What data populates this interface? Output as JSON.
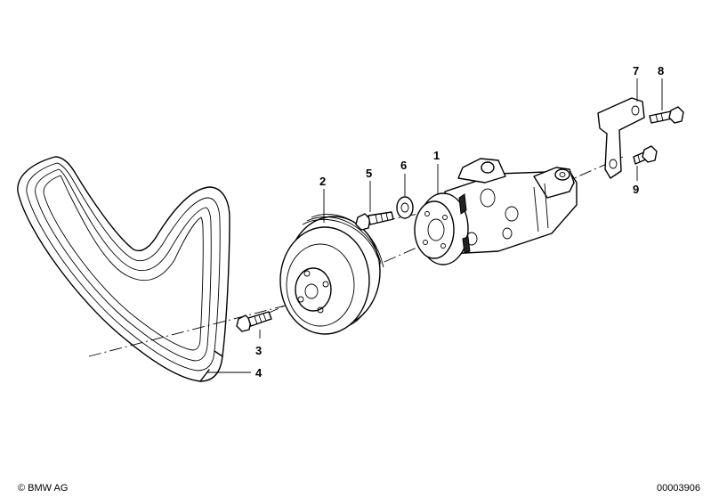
{
  "callouts": {
    "c1": "1",
    "c2": "2",
    "c3": "3",
    "c4": "4",
    "c5": "5",
    "c6": "6",
    "c7": "7",
    "c8": "8",
    "c9": "9"
  },
  "footer": {
    "copyright": "© BMW AG",
    "diagram_id": "00003906"
  }
}
